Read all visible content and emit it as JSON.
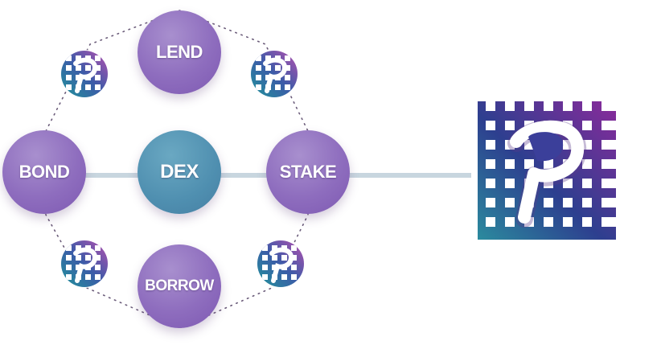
{
  "nodes": {
    "lend": "LEND",
    "bond": "BOND",
    "dex": "DEX",
    "stake": "STAKE",
    "borrow": "BORROW"
  },
  "logo": {
    "letter": "P",
    "icon": "p-grid-logo-icon"
  },
  "colors": {
    "node_purple": "#8e6dbe",
    "node_teal": "#4f8fb0",
    "connector": "#c8d6df",
    "ring_dots": "#6b5c7a",
    "logo_teal": "#2b8b9e",
    "logo_navy": "#2d3f8f",
    "logo_purple": "#8a2a9b",
    "logo_magenta": "#c24fb0"
  }
}
